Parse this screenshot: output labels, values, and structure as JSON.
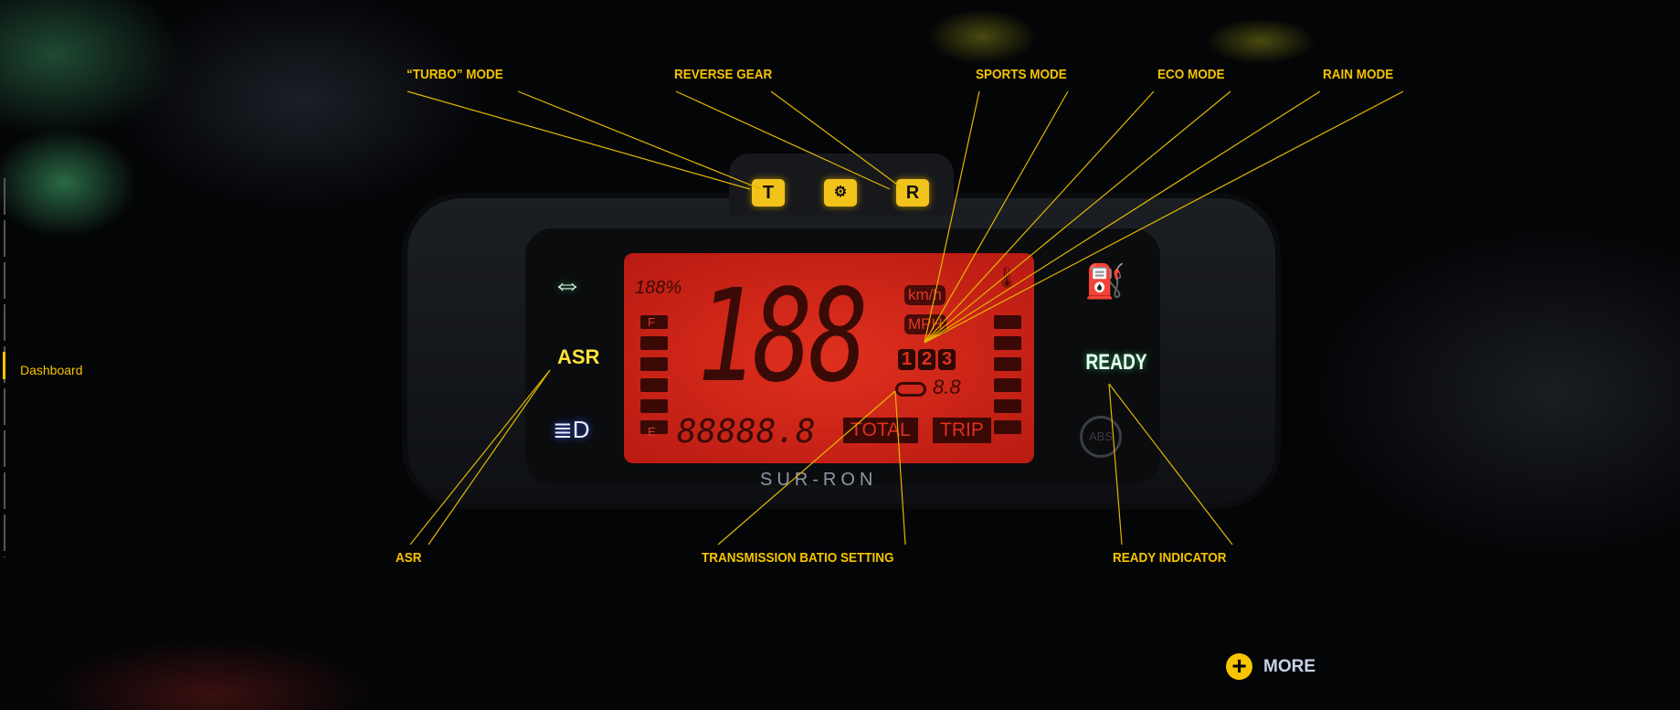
{
  "sidebar": {
    "items": [
      {
        "label": "Dashboard",
        "active": true
      }
    ]
  },
  "labels": {
    "turbo": "“TURBO”   MODE",
    "reverse": "REVERSE GEAR",
    "sports": "SPORTS MODE",
    "eco": "ECO MODE",
    "rain": "RAIN MODE",
    "asr": "ASR",
    "transmission": "TRANSMISSION BATIO SETTING",
    "ready": "READY INDICATOR"
  },
  "indicators": {
    "turbo": "T",
    "reverse": "R"
  },
  "display": {
    "speed": "188",
    "battery": "188%",
    "units_kmh": "km/h",
    "units_mph": "MPH",
    "gears": [
      "1",
      "2",
      "3"
    ],
    "ratio": "8.8",
    "odometer": "88888.8",
    "total": "TOTAL",
    "trip": "TRIP",
    "fuel_full": "F",
    "fuel_empty": "E",
    "asr": "ASR",
    "ready": "READY",
    "abs": "ABS",
    "brand": "SUR-RON"
  },
  "more": {
    "label": "MORE"
  },
  "colors": {
    "accent": "#f6c400",
    "lcd": "#d32818"
  }
}
